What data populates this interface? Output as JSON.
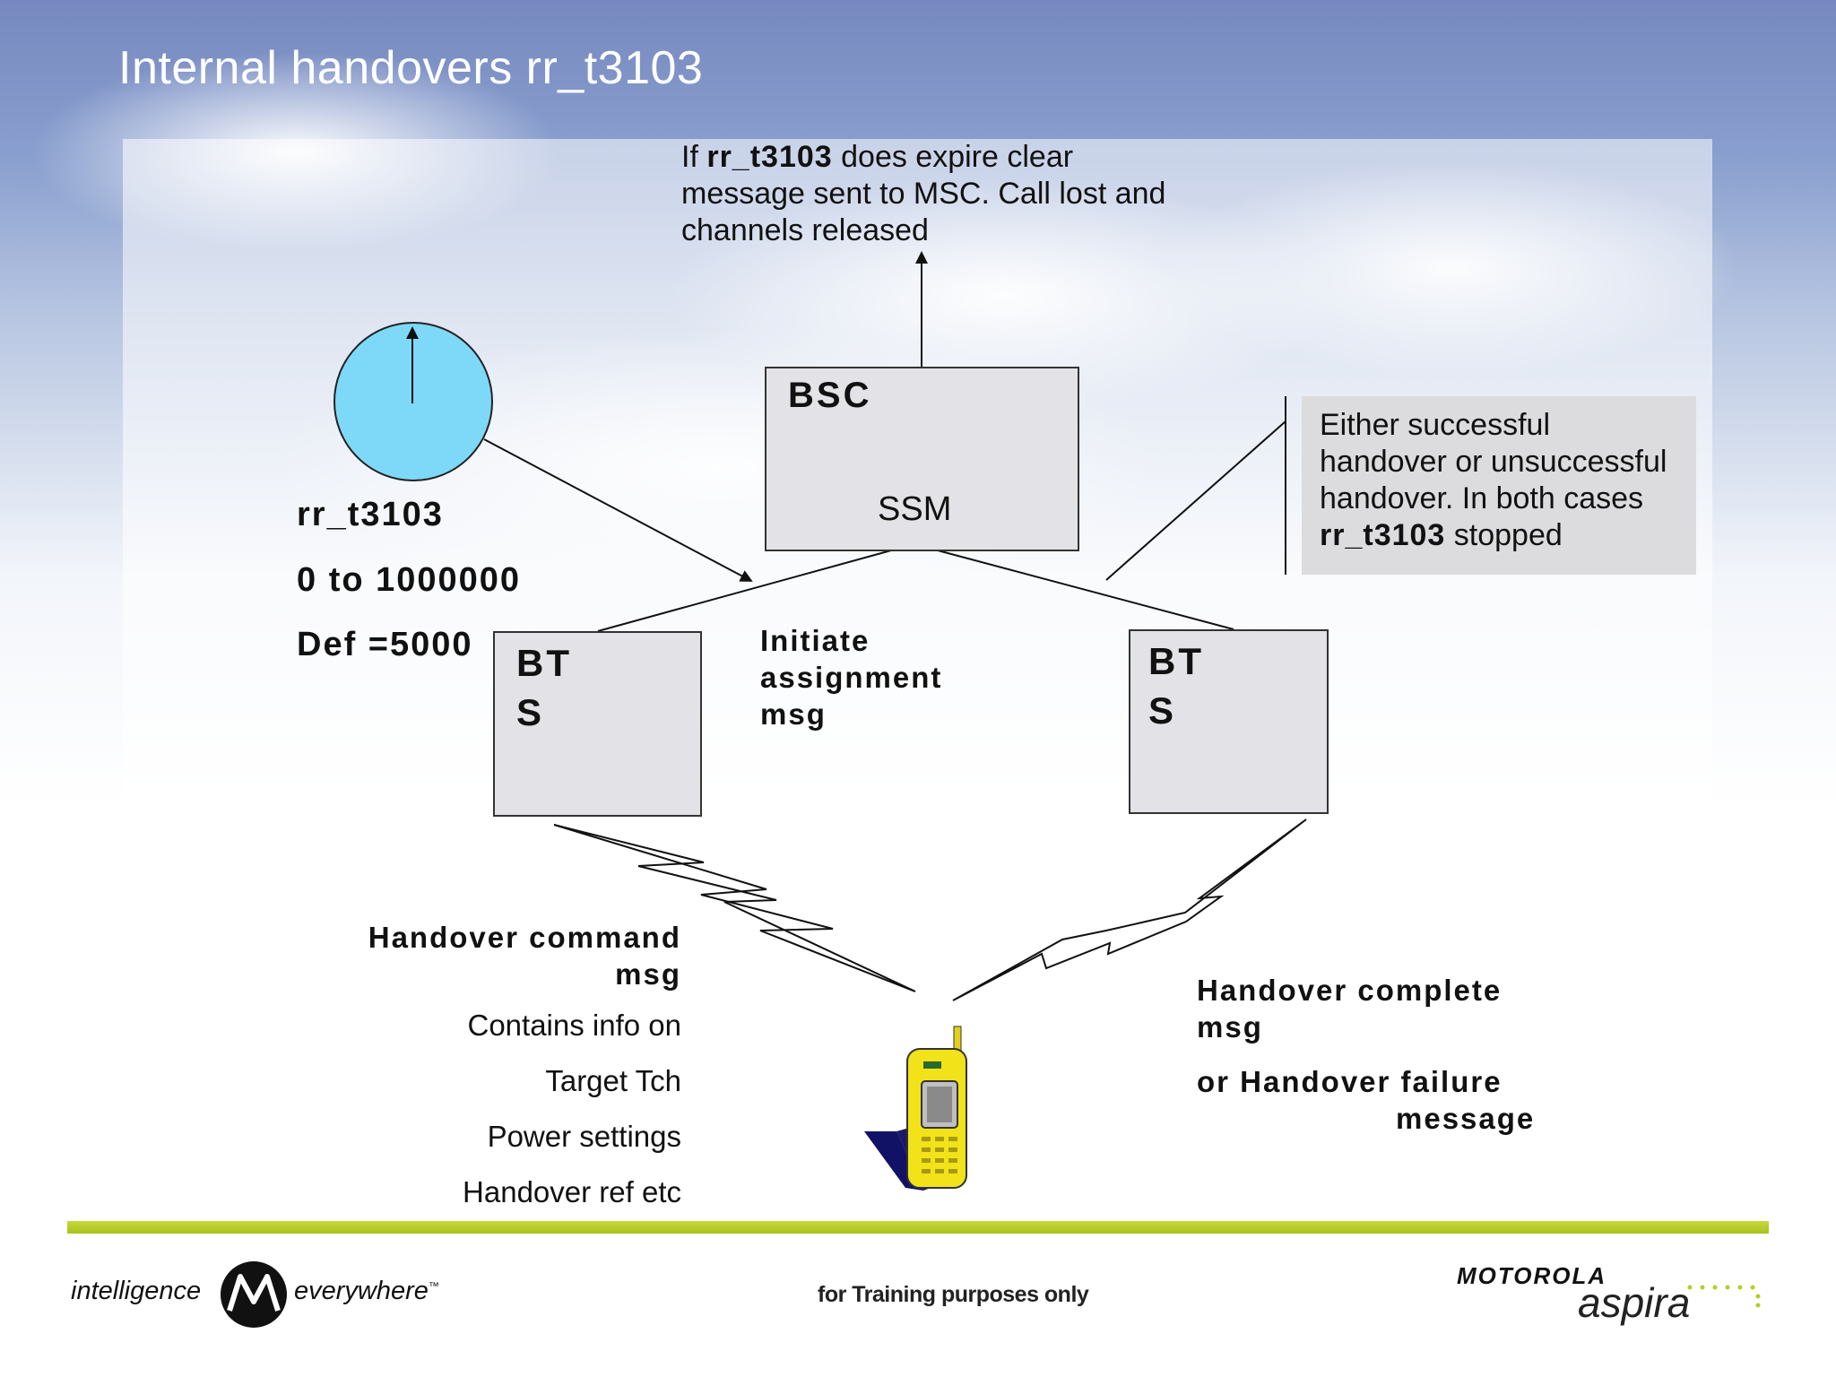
{
  "slide": {
    "title": "Internal handovers rr_t3103"
  },
  "top_note": {
    "prefix": "If ",
    "param": "rr_t3103",
    "line1_rest": " does expire clear",
    "line2": "message sent to MSC. Call lost and",
    "line3": "channels released"
  },
  "bsc": {
    "label": "BSC",
    "sublabel": "SSM"
  },
  "timer": {
    "name": "rr_t3103",
    "range": "0 to 1000000",
    "default": "Def =5000",
    "icon": "clock-icon",
    "fill_color": "#7dd9f7"
  },
  "bts_left": {
    "line1": "BT",
    "line2": "S"
  },
  "bts_right": {
    "line1": "BT",
    "line2": "S"
  },
  "initiate": {
    "line1": "Initiate",
    "line2": "assignment",
    "line3": "msg"
  },
  "callout": {
    "line1": "Either successful",
    "line2": "handover or unsuccessful",
    "line3": "handover. In both cases",
    "param": "rr_t3103",
    "line4_rest": " stopped"
  },
  "handover_command": {
    "line1": "Handover command",
    "line2": "msg",
    "info1": "Contains info on",
    "info2": "Target Tch",
    "info3": "Power settings",
    "info4": "Handover ref etc"
  },
  "handover_complete": {
    "line1": "Handover complete",
    "line2": "msg",
    "line3": "or Handover failure",
    "line4": "message"
  },
  "mobile": {
    "icon": "mobile-phone-icon",
    "body_color": "#f2e21a"
  },
  "footer": {
    "left_word1": "intelligence",
    "left_word2": "everywhere",
    "trademark": "™",
    "center": "for Training purposes only",
    "brand": "MOTOROLA",
    "product": "aspira",
    "logo_icon": "motorola-logo-icon",
    "bar_color": "#b5cc2a"
  }
}
